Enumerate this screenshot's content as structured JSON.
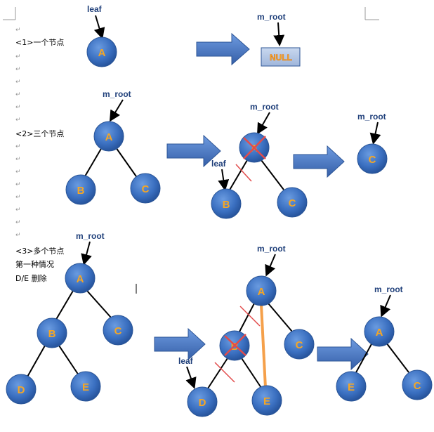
{
  "labels": {
    "leaf": "leaf",
    "m_root": "m_root",
    "null_text": "NULL"
  },
  "sections": {
    "one_node": "<1>一个节点",
    "three_nodes": "<2>三个节点",
    "many_nodes": "<3>多个节点",
    "case_one": "第一种情况",
    "delete_de": "D/E 删除"
  },
  "nodes": {
    "A": "A",
    "B": "B",
    "C": "C",
    "D": "D",
    "E": "E"
  },
  "colors": {
    "node_fill": "#3f74c6",
    "node_text": "#f6a623",
    "arrow_fill": "#4a78c2",
    "cross": "#e24b4b",
    "highlight": "#f5a04a"
  }
}
